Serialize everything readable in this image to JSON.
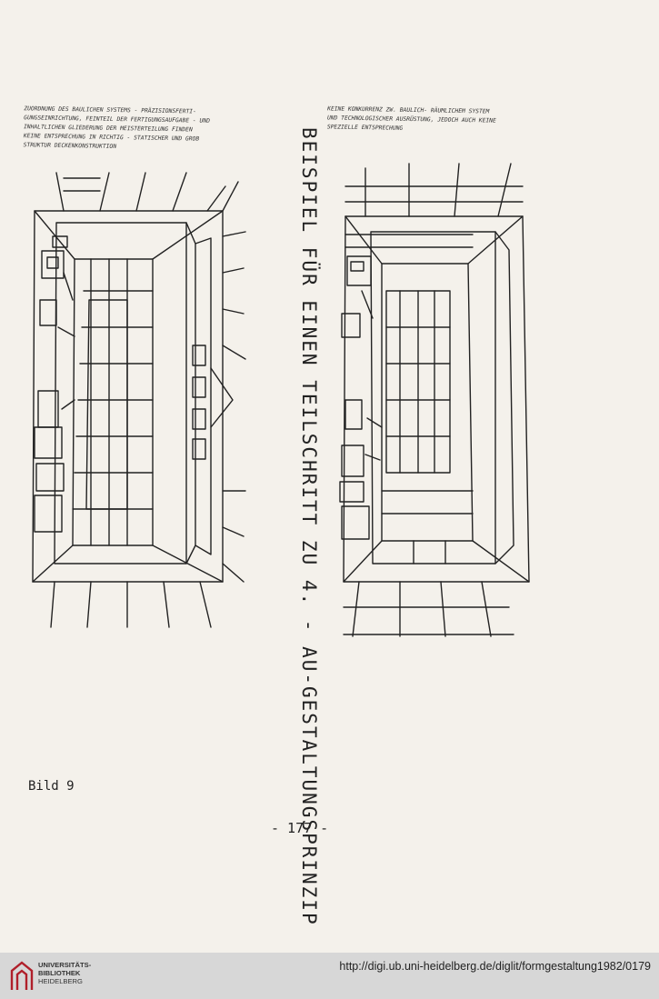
{
  "page": {
    "title_vertical": "BEISPIEL FÜR EINEN TEILSCHRITT ZU 4. - AU-GESTALTUNGSPRINZIP",
    "note_left": "ZUORDNUNG DES BAULICHEN SYSTEMS - PRÄZISIONSFERTI-\nGUNGSEINRICHTUNG, FEINTEIL DER FERTIGUNGSAUFGABE - UND\nINHALTLICHEN GLIEDERUNG DER MEISTERTEILUNG FINDEN\nKEINE ENTSPRECHUNG IN RICHTIG - STATISCHER UND GROB\nSTRUKTUR DECKENKONSTRUKTION",
    "note_right": "KEINE KONKURRENZ ZW. BAULICH- RÄUMLICHEM SYSTEM\nUND TECHNOLOGISCHER AUSRÜSTUNG, JEDOCH AUCH KEINE\nSPEZIELLE ENTSPRECHUNG",
    "caption": "Bild 9",
    "page_number": "- 177 -"
  },
  "footer": {
    "library_line1": "UNIVERSITÄTS-",
    "library_line2": "BIBLIOTHEK",
    "library_line3": "HEIDELBERG",
    "url": "http://digi.ub.uni-heidelberg.de/diglit/formgestaltung1982/0179"
  },
  "colors": {
    "ink": "#222222",
    "paper": "#f4f1eb",
    "footer_bg": "#d7d7d7",
    "logo_red": "#b01f2a"
  }
}
